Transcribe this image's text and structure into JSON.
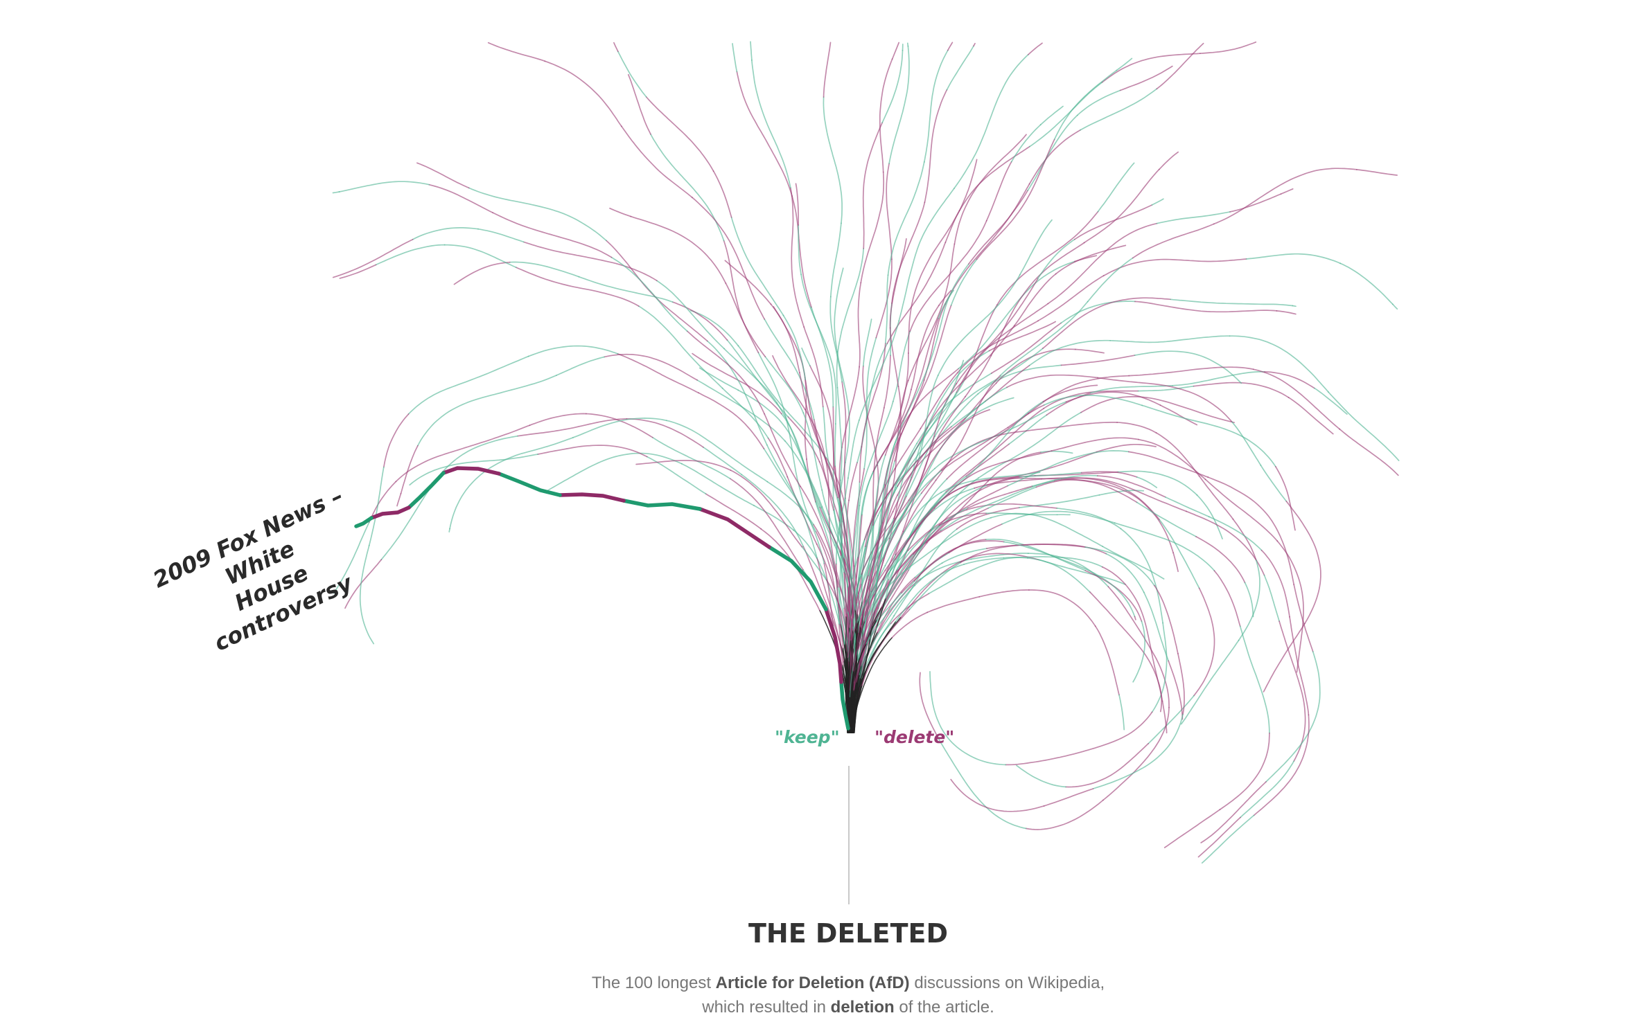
{
  "chart_data": {
    "type": "line",
    "title": "THE DELETED",
    "subtitle": {
      "line1_pre": "The 100 longest ",
      "line1_bold": "Article for Deletion (AfD)",
      "line1_post": " discussions on Wikipedia,",
      "line2_pre": "which resulted in ",
      "line2_bold": "deletion",
      "line2_post": " of the article."
    },
    "legend": {
      "keep": "\"keep\"",
      "delete": "\"delete\""
    },
    "colors": {
      "keep": "#4fb493",
      "delete": "#9b3a73",
      "highlight_keep": "#1f9a6f",
      "highlight_delete": "#8e2a66",
      "base": "#222222"
    },
    "series_count": 100,
    "highlight": {
      "name": "2009 Fox News – White House controversy",
      "name_line1": "2009 Fox News – White",
      "name_line2": "House controversy"
    }
  }
}
